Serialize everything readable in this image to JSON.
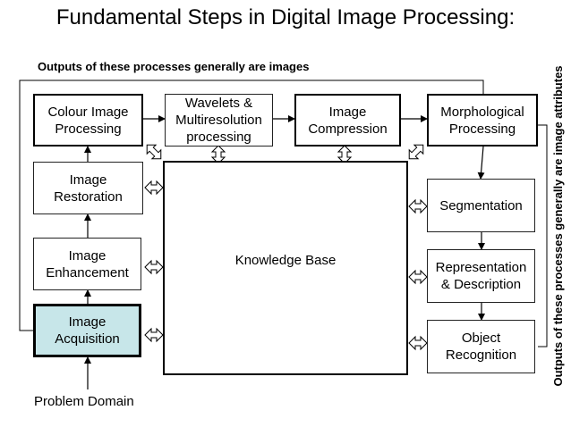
{
  "title": "Fundamental Steps in Digital Image Processing:",
  "top_caption": "Outputs of these processes generally are images",
  "side_caption": "Outputs of these processes generally are image attributes",
  "boxes": {
    "colour": "Colour Image\nProcessing",
    "wavelets": "Wavelets &\nMultiresolution\nprocessing",
    "compression": "Image\nCompression",
    "morphological": "Morphological\nProcessing",
    "restoration": "Image\nRestoration",
    "enhancement": "Image\nEnhancement",
    "acquisition": "Image\nAcquisition",
    "knowledge": "Knowledge Base",
    "segmentation": "Segmentation",
    "representation": "Representation\n& Description",
    "recognition": "Object\nRecognition"
  },
  "problem_domain": "Problem Domain",
  "colors": {
    "acquisition_fill": "#c7e6e9",
    "stroke": "#000000"
  },
  "icons": [
    "double-arrow-icon"
  ]
}
